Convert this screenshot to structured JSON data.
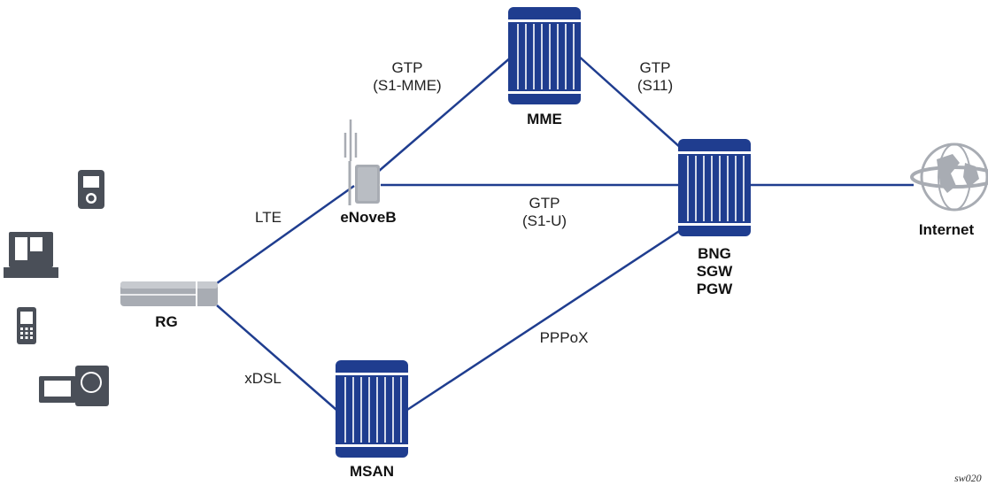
{
  "nodes": {
    "mme": "MME",
    "enodeb": "eNoveB",
    "rg": "RG",
    "msan": "MSAN",
    "bng_sgw_pgw": [
      "BNG",
      "SGW",
      "PGW"
    ],
    "internet": "Internet"
  },
  "links": {
    "enodeb_mme": [
      "GTP",
      "(S1-MME)"
    ],
    "mme_bng": [
      "GTP",
      "(S11)"
    ],
    "enodeb_bng": [
      "GTP",
      "(S1-U)"
    ],
    "rg_enodeb": "LTE",
    "rg_msan": "xDSL",
    "msan_bng": "PPPoX"
  },
  "reference_id": "sw020",
  "colors": {
    "device_blue": "#1f3d8f",
    "link_blue": "#1f3d8f",
    "gray_device": "#a8acb3",
    "dark_device": "#4a4f58"
  },
  "icons": [
    "router-chassis-icon",
    "antenna-tower-icon",
    "residential-gateway-icon",
    "globe-icon",
    "mp3-player-icon",
    "desktop-computer-icon",
    "mobile-phone-icon",
    "tv-set-top-icon"
  ]
}
